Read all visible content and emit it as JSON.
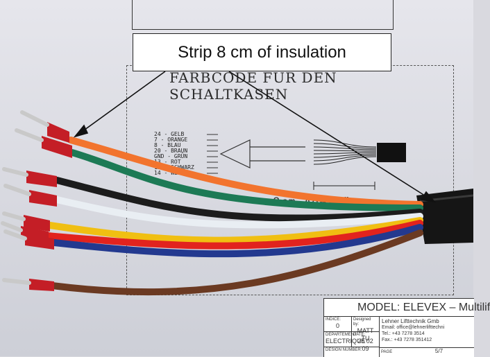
{
  "callout": {
    "text": "Strip 8 cm of insulation"
  },
  "drawing": {
    "heading_line1": "FARBCODE FUR DEN",
    "heading_line2": "SCHALTKASEN",
    "legend": [
      {
        "number": "24",
        "color": "GELB"
      },
      {
        "number": "7",
        "color": "ORANGE"
      },
      {
        "number": "8",
        "color": "BLAU"
      },
      {
        "number": "20",
        "color": "BRAUN"
      },
      {
        "number": "GND",
        "color": "GRÜN"
      },
      {
        "number": "13",
        "color": "ROT"
      },
      {
        "number": "15",
        "color": "SCHWARZ"
      },
      {
        "number": "14",
        "color": "WEIß"
      }
    ],
    "length_label": "8cm Aderlänge"
  },
  "title_block": {
    "model": "MODEL:  ELEVEX  –  Multilif",
    "indice_label": "INDICE:",
    "indice_value": "0",
    "designed_label": "Designed by:",
    "designed_value": "MATT TU",
    "department_label": "DEPARTEMENT:",
    "department_value": "ELECTRIQUE",
    "date_label": "DATE:",
    "date_value": "25 02 09",
    "design_number_label": "DESIGN NUMBER:",
    "page_label": "PAGE",
    "page_value": "5/7",
    "company_name": "Lehner Lifttechnik Gmb",
    "company_email": "Email: office@lehnerlifttechni",
    "company_tel": "Tel.: +43 7278 3514",
    "company_fax": "Fax.: +43 7278 351412"
  },
  "wire_colors": {
    "orange": "#f2742e",
    "green": "#1d7a55",
    "black": "#1c1c1c",
    "white": "#e9eef3",
    "yellow": "#f0bf12",
    "red": "#e2231e",
    "blue": "#23398f",
    "brown": "#6b3a22",
    "ferrule": "#c41e26"
  }
}
